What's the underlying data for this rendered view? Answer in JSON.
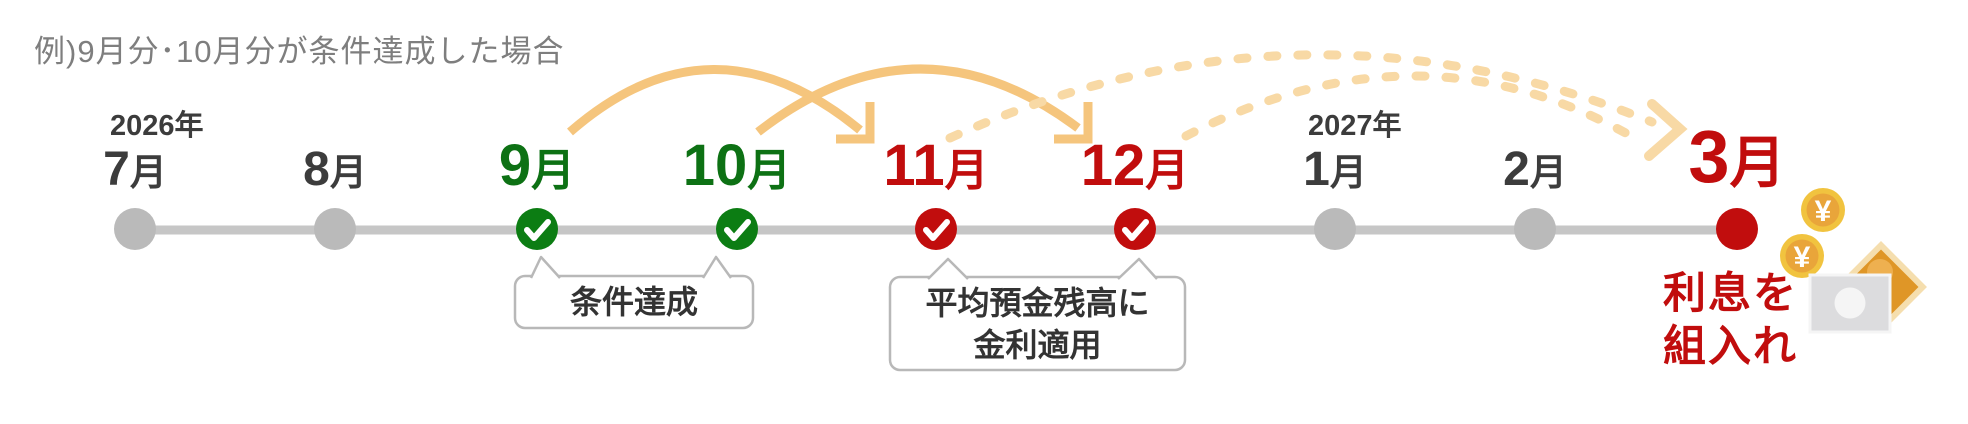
{
  "caption": "例)9月分･10月分が条件達成した場合",
  "timeline": {
    "years": [
      {
        "label": "2026年",
        "above_month": "7月"
      },
      {
        "label": "2027年",
        "above_month": "1月"
      }
    ],
    "months": [
      {
        "num": "7",
        "unit": "月",
        "state": "default"
      },
      {
        "num": "8",
        "unit": "月",
        "state": "default"
      },
      {
        "num": "9",
        "unit": "月",
        "state": "achieved"
      },
      {
        "num": "10",
        "unit": "月",
        "state": "achieved"
      },
      {
        "num": "11",
        "unit": "月",
        "state": "rate-applied"
      },
      {
        "num": "12",
        "unit": "月",
        "state": "rate-applied"
      },
      {
        "num": "1",
        "unit": "月",
        "state": "default"
      },
      {
        "num": "2",
        "unit": "月",
        "state": "default"
      },
      {
        "num": "3",
        "unit": "月",
        "state": "payout"
      }
    ]
  },
  "callouts": {
    "achieved": {
      "text": "条件達成",
      "points_to": [
        "9月",
        "10月"
      ]
    },
    "rate_applied": {
      "lines": [
        "平均預金残高に",
        "金利適用"
      ],
      "points_to": [
        "11月",
        "12月"
      ]
    },
    "payout": {
      "lines": [
        "利息を",
        "組入れ"
      ],
      "points_to": "3月"
    }
  },
  "arrows": [
    {
      "style": "solid",
      "from": "9月",
      "to": "11月"
    },
    {
      "style": "solid",
      "from": "10月",
      "to": "12月"
    },
    {
      "style": "dashed",
      "from": "11月",
      "to": "3月"
    },
    {
      "style": "dashed",
      "from": "12月",
      "to": "3月"
    }
  ],
  "icons": {
    "coin": "yen-coin",
    "coin_symbol": "¥",
    "bill": "banknote"
  },
  "colors": {
    "achieved_green": "#0d7114",
    "circle_green": "#0c7d13",
    "applied_red": "#c10d0d",
    "arrow_solid": "#f5c57d",
    "arrow_dashed": "#f8d9a5",
    "timeline_gray": "#c6c6c6",
    "dot_gray": "#bababa",
    "month_gray": "#3c3c3c",
    "caption_gray": "#7e7e7e",
    "bubble_border": "#b8b8b8",
    "bubble_text": "#333333",
    "coin_gold": "#f1c33f",
    "coin_face": "#e9a53a"
  }
}
